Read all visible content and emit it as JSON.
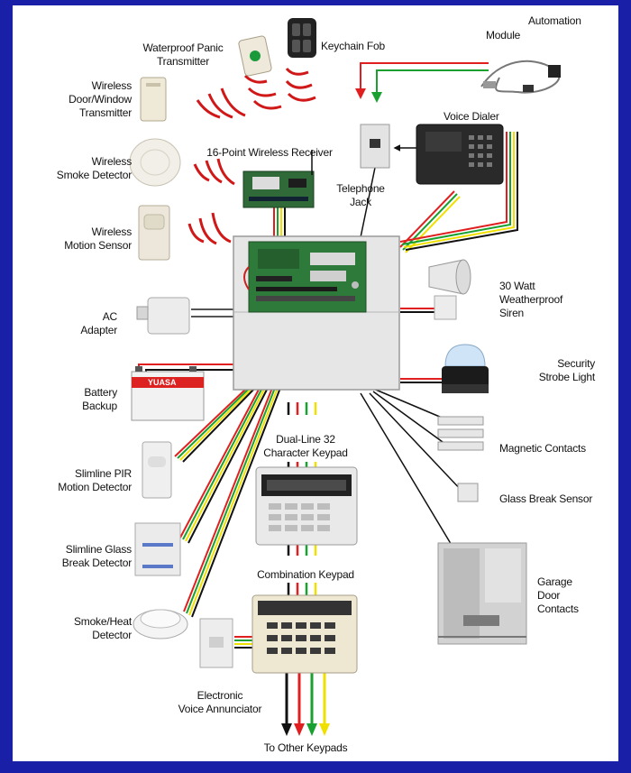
{
  "labels": {
    "panic": "Waterproof Panic\nTransmitter",
    "fob": "Keychain Fob",
    "automation": "Automation",
    "module": "Module",
    "door_window": "Wireless\nDoor/Window\nTransmitter",
    "smoke_wireless": "Wireless\nSmoke Detector",
    "receiver": "16-Point Wireless Receiver",
    "voice_dialer": "Voice Dialer",
    "tel_jack": "Telephone\nJack",
    "motion_wireless": "Wireless\nMotion Sensor",
    "siren": "30 Watt\nWeatherproof\nSiren",
    "ac_adapter": "AC\nAdapter",
    "strobe": "Security\nStrobe Light",
    "battery": "Battery\nBackup",
    "keypad32": "Dual-Line 32\nCharacter Keypad",
    "magnetic": "Magnetic Contacts",
    "pir": "Slimline PIR\nMotion Detector",
    "glass_sensor": "Glass Break Sensor",
    "glass_detector": "Slimline Glass\nBreak Detector",
    "garage": "Garage\nDoor\nContacts",
    "combo_keypad": "Combination Keypad",
    "smoke_heat": "Smoke/Heat\nDetector",
    "annunciator": "Electronic\nVoice Annunciator",
    "other_keypads": "To Other Keypads"
  },
  "battery_brand": "YUASA",
  "colors": {
    "frame": "#1a1fa8",
    "wire_red": "#e02020",
    "wire_green": "#1aa030",
    "wire_yellow": "#f0e000",
    "wire_black": "#111111",
    "waves": "#d01818",
    "panel_box": "#e4e4e4",
    "circuit_board": "#2e7a3a"
  }
}
